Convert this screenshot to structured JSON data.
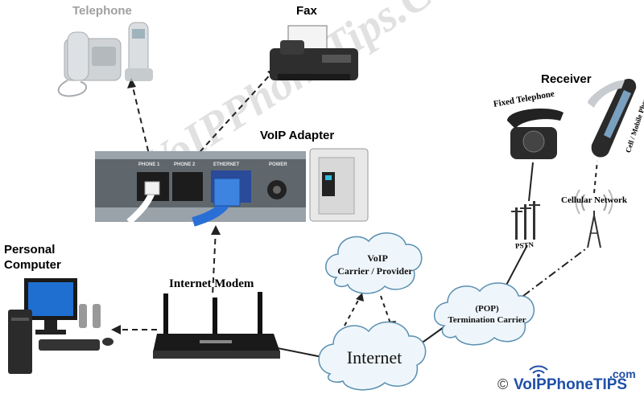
{
  "labels": {
    "telephone": "Telephone",
    "fax": "Fax",
    "voip_adapter": "VoIP Adapter",
    "personal_computer_line1": "Personal",
    "personal_computer_line2": "Computer",
    "internet_modem": "Internet Modem",
    "receiver": "Receiver",
    "fixed_telephone": "Fixed Telephone",
    "cell_mobile_phone": "Cell / Mobile Phone",
    "cellular_network": "Cellular Network",
    "pstn": "PSTN"
  },
  "clouds": {
    "carrier_line1": "VoIP",
    "carrier_line2": "Carrier / Provider",
    "internet": "Internet",
    "pop_line1": "(POP)",
    "pop_line2": "Termination Carrier"
  },
  "adapter_ports": {
    "phone1": "PHONE 1",
    "phone2": "PHONE 2",
    "ethernet": "ETHERNET",
    "power": "POWER"
  },
  "watermark": {
    "text": "© VoIPPhoneTips.Com"
  },
  "logo": {
    "copyright": "©",
    "brand": "VoIPPhoneTIPS",
    "tld": ".com"
  },
  "colors": {
    "ethernet_cable": "#2a6fd6",
    "brand_blue": "#1f4fa8",
    "cloud_fill": "#eef6fb",
    "cloud_stroke": "#5a8fb0"
  }
}
